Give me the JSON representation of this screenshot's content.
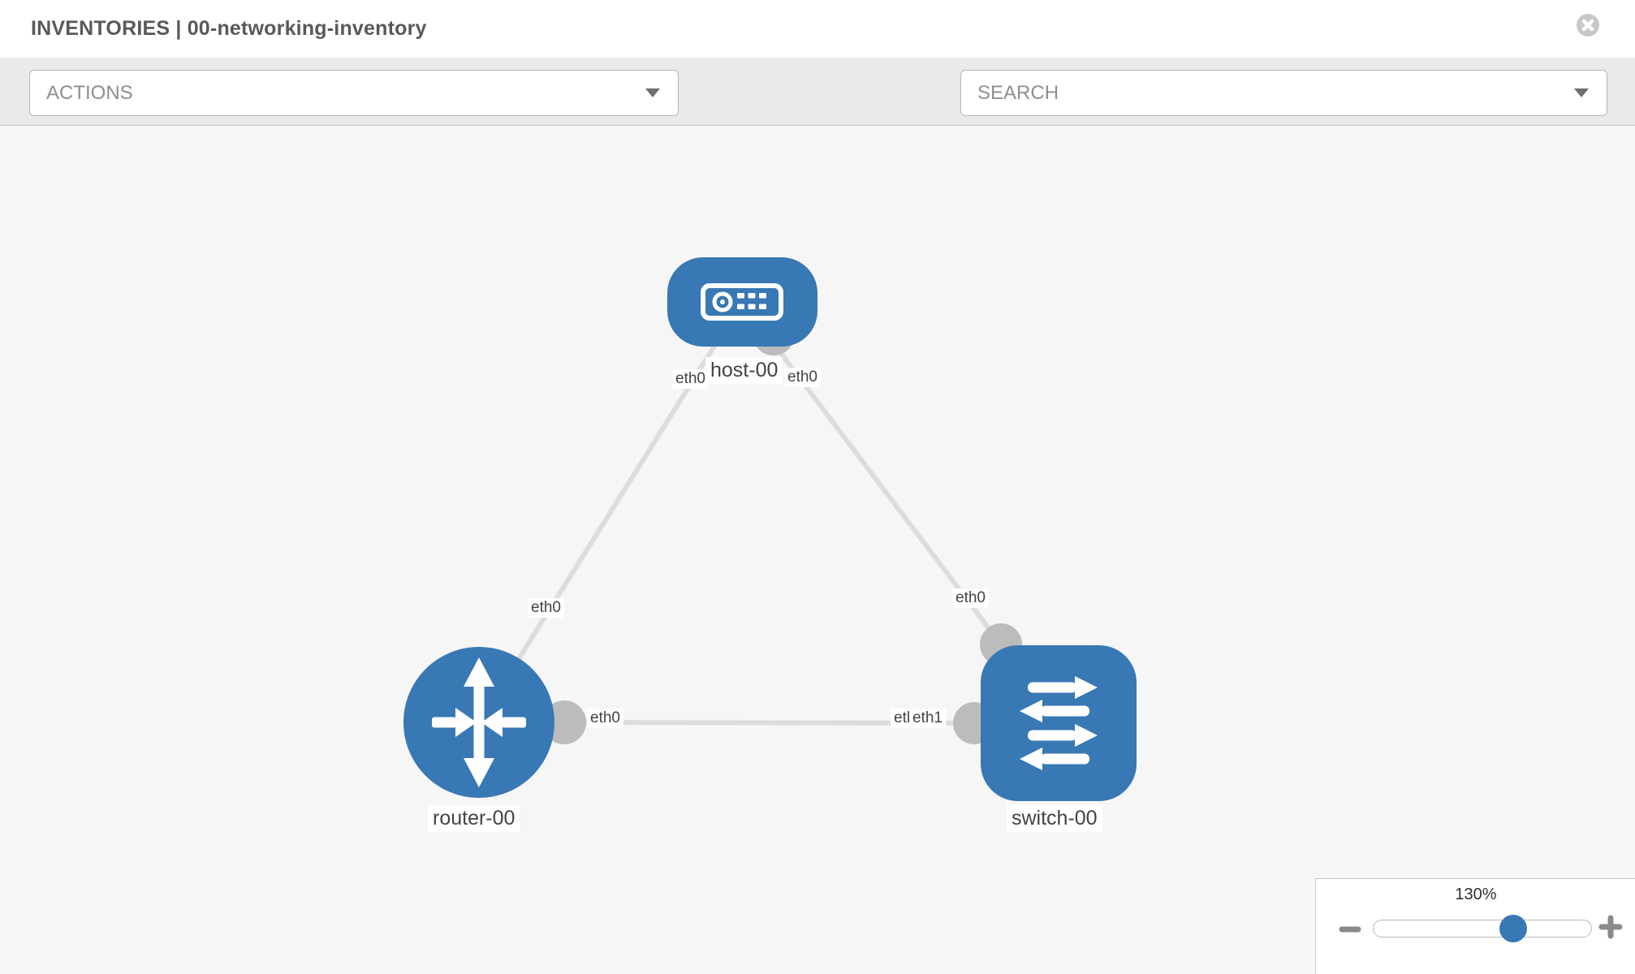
{
  "header": {
    "title": "INVENTORIES | 00-networking-inventory"
  },
  "toolbar": {
    "actions_label": "ACTIONS",
    "search_placeholder": "SEARCH"
  },
  "topology": {
    "nodes": [
      {
        "id": "host-00",
        "label": "host-00",
        "type": "host",
        "shape": "rounded-rect",
        "color": "#3878b4"
      },
      {
        "id": "router-00",
        "label": "router-00",
        "type": "router",
        "shape": "circle",
        "color": "#3878b4"
      },
      {
        "id": "switch-00",
        "label": "switch-00",
        "type": "switch",
        "shape": "rounded-square",
        "color": "#3878b4"
      }
    ],
    "links": [
      {
        "from": "router-00",
        "to": "host-00",
        "from_label": "eth0",
        "to_label": "eth0"
      },
      {
        "from": "host-00",
        "to": "switch-00",
        "from_label": "eth0",
        "to_label": "eth0"
      },
      {
        "from": "router-00",
        "to": "switch-00",
        "from_label": "eth0",
        "to_label": "eth1",
        "to_label_overlapped": "eth0"
      }
    ]
  },
  "zoom_control": {
    "level": "130%"
  },
  "colors": {
    "node_blue": "#3878b4",
    "link_gray": "#dcdcdc",
    "interface_gray": "#bcbcbc",
    "toolbar_bg": "#eaeaea",
    "canvas_bg": "#f6f6f6"
  }
}
